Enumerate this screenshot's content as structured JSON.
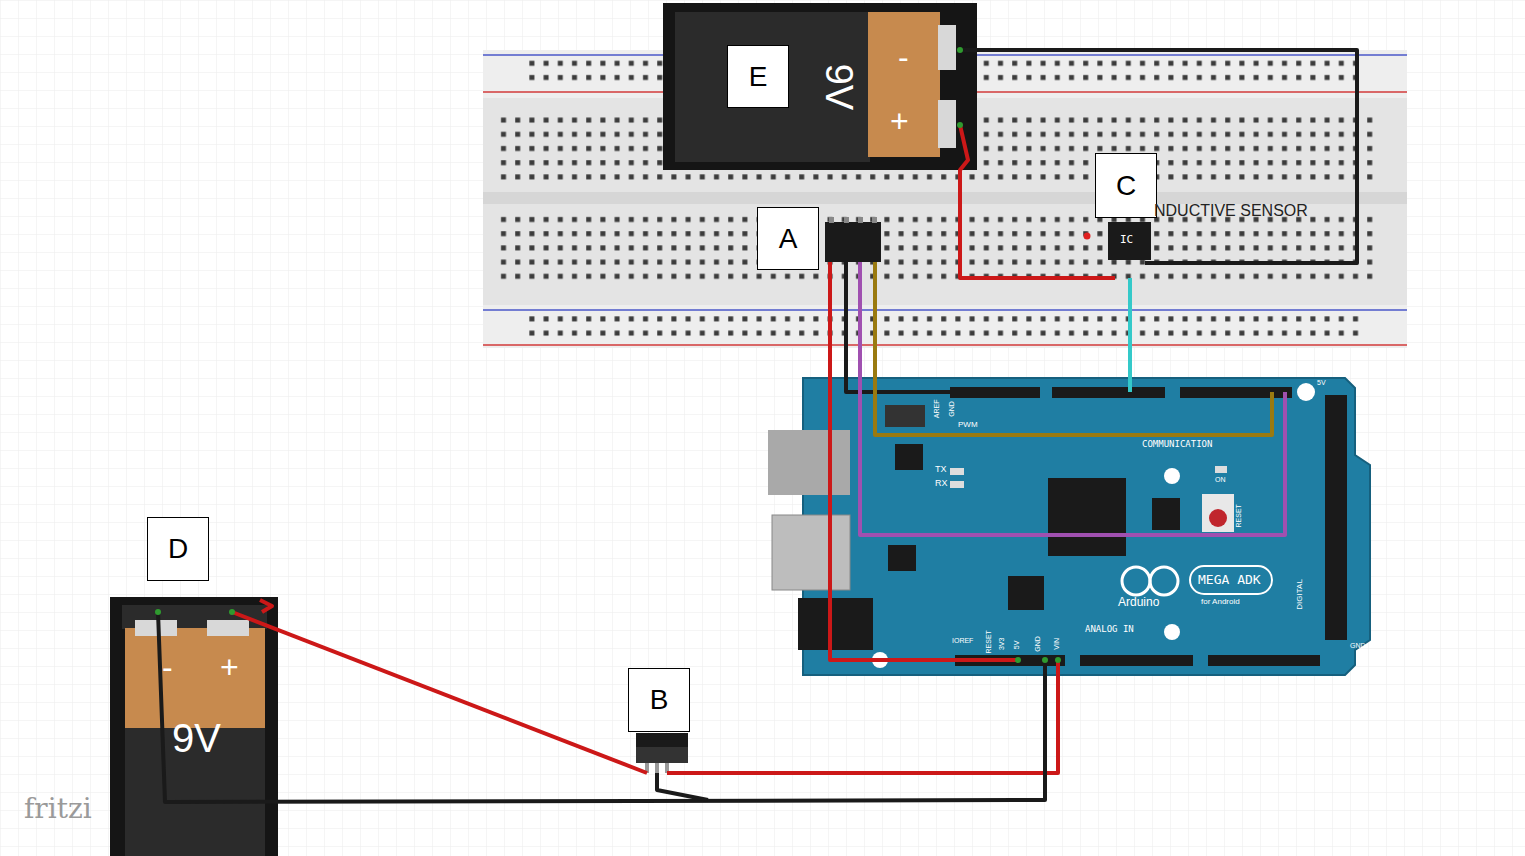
{
  "diagram": {
    "nodes": [
      {
        "text": [
          "E"
        ]
      },
      {
        "text": [
          "C"
        ]
      },
      {
        "text": [
          "A"
        ]
      },
      {
        "text": [
          "D"
        ]
      },
      {
        "text": [
          "B"
        ]
      }
    ],
    "labels": [
      "NDUCTIVE SENSOR",
      "IC",
      "9V",
      "-",
      "+",
      "9V",
      "-",
      "+",
      "fritzi",
      "Arduino",
      "MEGA ADK",
      "for Android",
      "COMMUNICATION",
      "ANALOG IN",
      "DIGITAL",
      "PWM",
      "TX",
      "RX",
      "ON",
      "RESET",
      "AREF",
      "GND",
      "IOREF",
      "RESET",
      "3V3",
      "5V",
      "GND",
      "VIN",
      "5V",
      "GND"
    ]
  }
}
